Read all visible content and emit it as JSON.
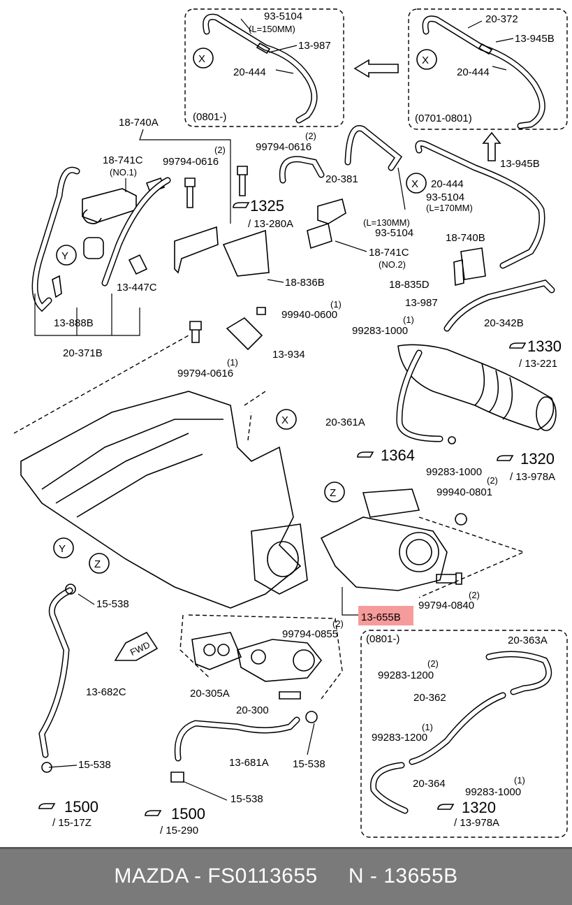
{
  "labels": {
    "l_93_5104_top": "93-5104",
    "l_150mm": "(L=150MM)",
    "l_13_987_top": "13-987",
    "l_20_444_left": "20-444",
    "l_0801_top": "(0801-)",
    "l_20_372": "20-372",
    "l_13_945b_top": "13-945B",
    "l_20_444_right": "20-444",
    "l_0701_0801": "(0701-0801)",
    "l_18_740a": "18-740A",
    "l_18_741c": "18-741C",
    "l_no1": "(NO.1)",
    "l_99794_0616_a": "99794-0616",
    "l_2_a": "(2)",
    "l_99794_0616_b": "99794-0616",
    "l_2_b": "(2)",
    "l_20_381": "20-381",
    "l_1325": "1325",
    "l_13_280a": "/ 13-280A",
    "l_130mm": "(L=130MM)",
    "l_93_5104_mid": "93-5104",
    "l_18_741c_b": "18-741C",
    "l_no2": "(NO.2)",
    "l_13_945b_mid": "13-945B",
    "l_20_444_mid": "20-444",
    "l_93_5104_right": "93-5104",
    "l_170mm": "(L=170MM)",
    "l_18_740b": "18-740B",
    "l_18_835d": "18-835D",
    "l_13_447c": "13-447C",
    "l_18_836b": "18-836B",
    "l_99940_0600": "99940-0600",
    "l_1_a": "(1)",
    "l_13_888b": "13-888B",
    "l_20_371b": "20-371B",
    "l_13_934": "13-934",
    "l_99794_0616_c": "99794-0616",
    "l_1_c": "(1)",
    "l_13_987_mid": "13-987",
    "l_99283_1000_a": "99283-1000",
    "l_1_d": "(1)",
    "l_20_342b": "20-342B",
    "l_1330": "1330",
    "l_13_221": "/ 13-221",
    "l_20_361a": "20-361A",
    "l_1364": "1364",
    "l_1320_a": "1320",
    "l_99283_1000_b": "99283-1000",
    "l_13_978a_a": "/ 13-978A",
    "l_2_e": "(2)",
    "l_99940_0801": "99940-0801",
    "l_15_538_a": "15-538",
    "l_13_655b": "13-655B",
    "l_99794_0840": "99794-0840",
    "l_2_f": "(2)",
    "l_99794_0855": "99794-0855",
    "l_2_g": "(2)",
    "l_0801_bottom": "(0801-)",
    "l_20_363a": "20-363A",
    "l_2_h": "(2)",
    "l_99283_1200_a": "99283-1200",
    "l_20_362": "20-362",
    "l_1_i": "(1)",
    "l_99283_1200_b": "99283-1200",
    "l_20_305a": "20-305A",
    "l_20_300": "20-300",
    "l_13_682c": "13-682C",
    "l_15_538_b": "15-538",
    "l_13_681a": "13-681A",
    "l_15_538_c": "15-538",
    "l_15_538_d": "15-538",
    "l_20_364": "20-364",
    "l_1_j": "(1)",
    "l_99283_1000_c": "99283-1000",
    "l_1320_b": "1320",
    "l_13_978a_b": "/ 13-978A",
    "l_1500_a": "1500",
    "l_15_17z": "/ 15-17Z",
    "l_1500_b": "1500",
    "l_15_290": "/ 15-290",
    "l_fwd": "FWD",
    "l_x1": "X",
    "l_x2": "X",
    "l_x3": "X",
    "l_x4": "X",
    "l_y1": "Y",
    "l_y2": "Y",
    "l_z1": "Z",
    "l_z2": "Z"
  },
  "highlight": {
    "part_number": "13-655B",
    "color": "#f07070"
  },
  "footer": {
    "text": "MAZDA - FS0113655     N - 13655B"
  }
}
